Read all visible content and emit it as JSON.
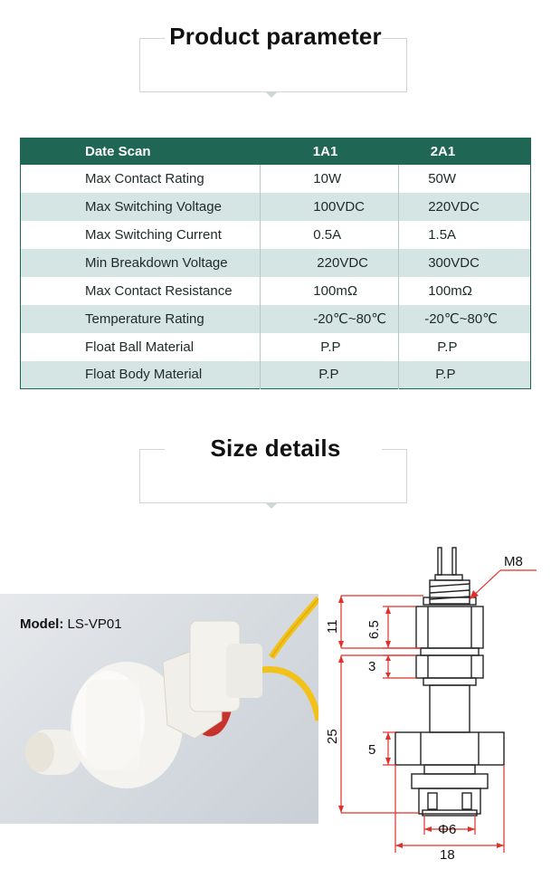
{
  "sections": {
    "product_parameter_title": "Product parameter",
    "size_details_title": "Size details"
  },
  "table": {
    "headers": [
      "Date Scan",
      "1A1",
      "2A1"
    ],
    "rows": [
      {
        "label": "Max Contact Rating",
        "a1": "10W",
        "a2": "50W"
      },
      {
        "label": "Max Switching Voltage",
        "a1": "100VDC",
        "a2": "220VDC"
      },
      {
        "label": "Max Switching Current",
        "a1": "0.5A",
        "a2": "1.5A"
      },
      {
        "label": "Min Breakdown Voltage",
        "a1": "220VDC",
        "a2": "300VDC"
      },
      {
        "label": "Max Contact Resistance",
        "a1": "100mΩ",
        "a2": "100mΩ"
      },
      {
        "label": "Temperature Rating",
        "a1": "-20℃~80℃",
        "a2": "-20℃~80℃"
      },
      {
        "label": "Float Ball Material",
        "a1": "P.P",
        "a2": "P.P"
      },
      {
        "label": "Float Body Material",
        "a1": "P.P",
        "a2": "P.P"
      }
    ],
    "header_color": "#1f6655",
    "stripe_color": "#d4e5e3"
  },
  "photo": {
    "model_prefix": "Model:",
    "model_value": "LS-VP01"
  },
  "drawing": {
    "thread_label": "M8",
    "dim_11": "11",
    "dim_6_5": "6.5",
    "dim_3": "3",
    "dim_25": "25",
    "dim_5": "5",
    "dim_phi6": "Φ6",
    "dim_18": "18",
    "dim_color": "#e0302a"
  }
}
